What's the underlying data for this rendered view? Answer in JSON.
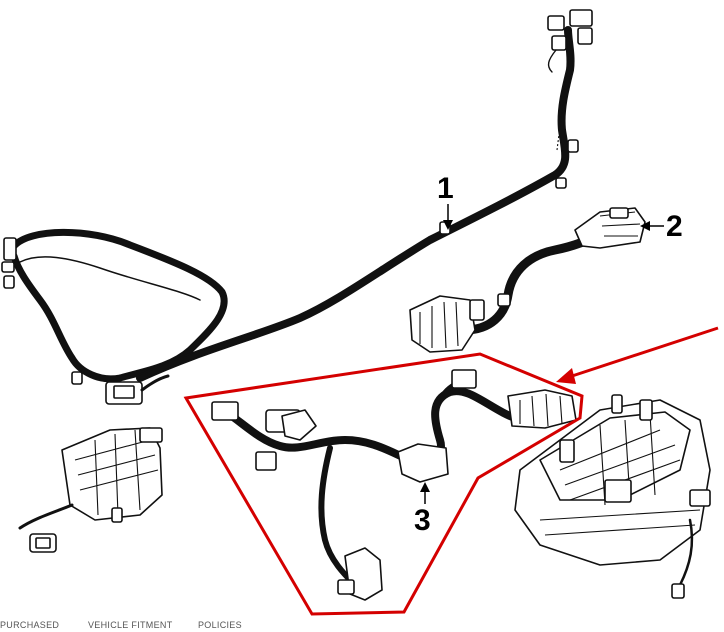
{
  "diagram": {
    "callouts": [
      {
        "id": "1",
        "label": "1"
      },
      {
        "id": "2",
        "label": "2"
      },
      {
        "id": "3",
        "label": "3"
      }
    ],
    "highlight_color": "#d40000",
    "line_color": "#111111"
  },
  "footer": {
    "links": [
      "PURCHASED",
      "VEHICLE FITMENT",
      "POLICIES"
    ]
  }
}
